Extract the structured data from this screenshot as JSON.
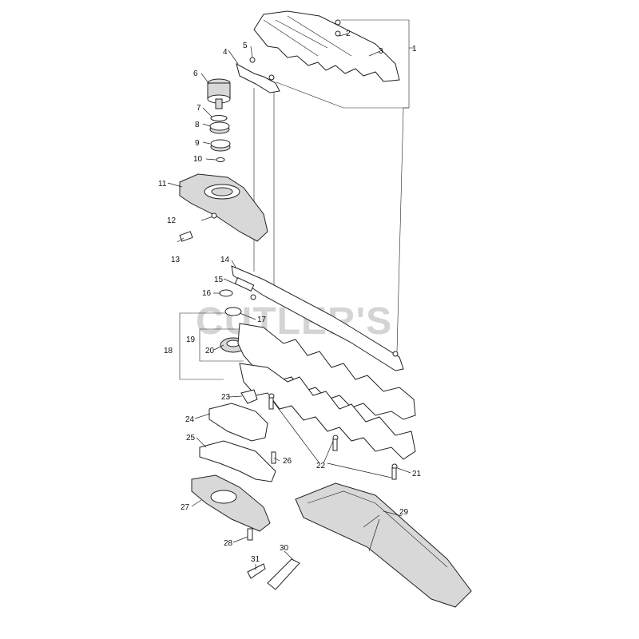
{
  "watermark": "CUTLER'S",
  "callouts": [
    "1",
    "2",
    "3",
    "4",
    "5",
    "6",
    "7",
    "8",
    "9",
    "10",
    "11",
    "12",
    "13",
    "14",
    "15",
    "16",
    "17",
    "18",
    "19",
    "20",
    "21",
    "22",
    "23",
    "24",
    "25",
    "26",
    "27",
    "28",
    "29",
    "30",
    "31"
  ]
}
